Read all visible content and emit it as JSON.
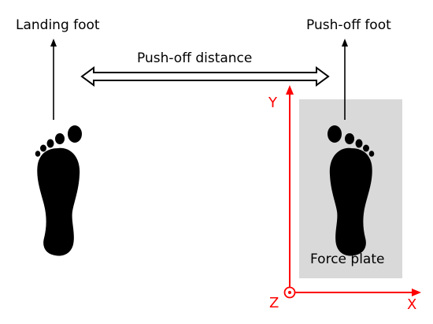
{
  "labels": {
    "landing_foot": "Landing foot",
    "pushoff_foot": "Push-off foot",
    "pushoff_distance": "Push-off distance",
    "force_plate": "Force plate"
  },
  "axes": {
    "x": "X",
    "y": "Y",
    "z": "Z"
  },
  "colors": {
    "axis": "#ff0000",
    "force_plate_fill": "#d9d9d9",
    "foot": "#000000",
    "outline": "#000000"
  }
}
